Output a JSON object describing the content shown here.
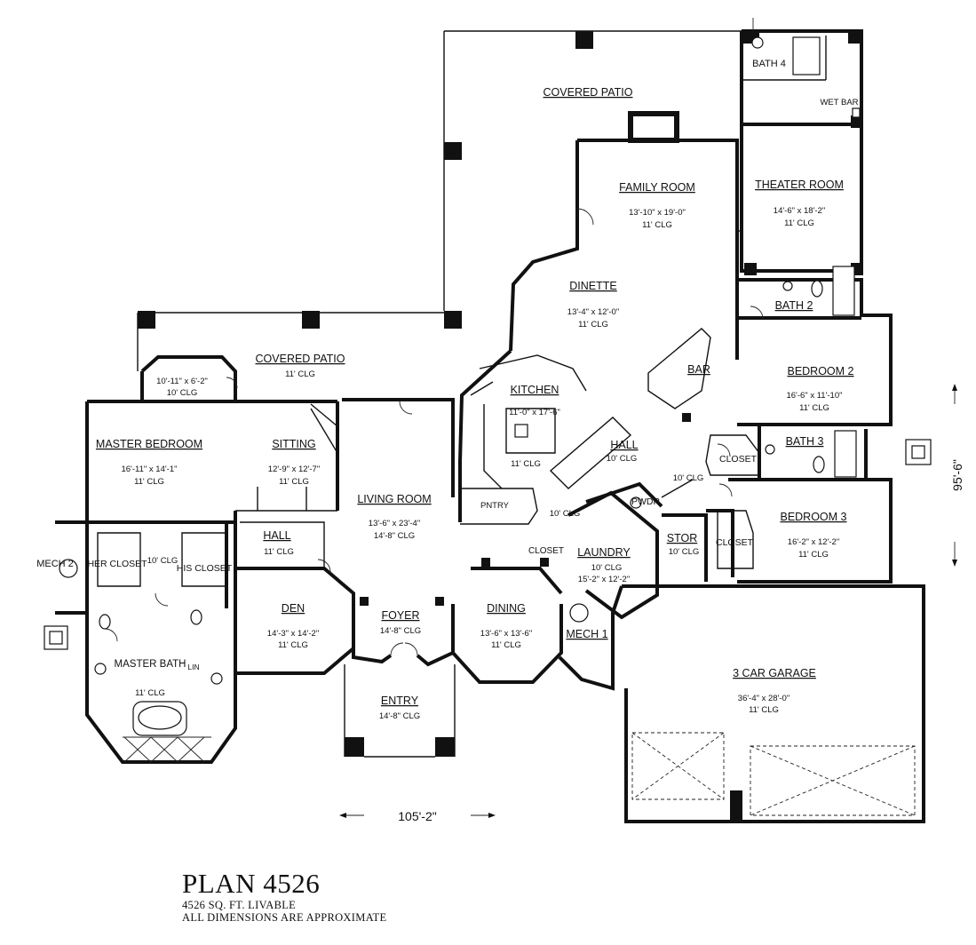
{
  "plan": {
    "title": "PLAN 4526",
    "subtitle": "4526 SQ. FT. LIVABLE",
    "note": "ALL DIMENSIONS ARE APPROXIMATE",
    "overall_width": "105'-2\"",
    "overall_depth": "95'-6\""
  },
  "rooms": {
    "covered_patio_rear": {
      "name": "COVERED PATIO"
    },
    "bath4": {
      "name": "BATH 4"
    },
    "wet_bar": {
      "name": "WET BAR"
    },
    "family_room": {
      "name": "FAMILY ROOM",
      "dims": "13'-10\" x 19'-0\"",
      "clg": "11' CLG"
    },
    "theater_room": {
      "name": "THEATER ROOM",
      "dims": "14'-6\" x 18'-2\"",
      "clg": "11' CLG"
    },
    "dinette": {
      "name": "DINETTE",
      "dims": "13'-4\" x 12'-0\"",
      "clg": "11' CLG"
    },
    "bath2": {
      "name": "BATH 2"
    },
    "covered_patio_side": {
      "name": "COVERED PATIO",
      "clg": "11' CLG"
    },
    "bar": {
      "name": "BAR"
    },
    "kitchen": {
      "name": "KITCHEN",
      "dims": "11'-0\" x 17'-6\"",
      "clg": "11' CLG"
    },
    "bedroom2": {
      "name": "BEDROOM 2",
      "dims": "16'-6\" x 11'-10\"",
      "clg": "11' CLG"
    },
    "bay_nook": {
      "dims": "10'-11\" x 6'-2\"",
      "clg": "10' CLG"
    },
    "master_bedroom": {
      "name": "MASTER BEDROOM",
      "dims": "16'-11\" x 14'-1\"",
      "clg": "11' CLG"
    },
    "sitting": {
      "name": "SITTING",
      "dims": "12'-9\" x 12'-7\"",
      "clg": "11' CLG"
    },
    "hall_upper": {
      "name": "HALL",
      "clg": "10' CLG"
    },
    "bath3": {
      "name": "BATH 3"
    },
    "closet_b2": {
      "name": "CLOSET"
    },
    "hall_clg": {
      "clg": "10' CLG"
    },
    "living_room": {
      "name": "LIVING ROOM",
      "dims": "13'-6\" x 23'-4\"",
      "clg": "14'-8\" CLG"
    },
    "pantry": {
      "name": "PNTRY"
    },
    "pwdr": {
      "name": "PWDR"
    },
    "gallery_clg": {
      "clg": "10' CLG"
    },
    "bedroom3": {
      "name": "BEDROOM 3",
      "dims": "16'-2\" x 12'-2\"",
      "clg": "11' CLG"
    },
    "mech2": {
      "name": "MECH 2"
    },
    "her_closet": {
      "name": "HER CLOSET"
    },
    "his_closet": {
      "name": "HIS CLOSET"
    },
    "closet_clg": {
      "clg": "10' CLG"
    },
    "hall_lower": {
      "name": "HALL",
      "clg": "11' CLG"
    },
    "closet_small": {
      "name": "CLOSET"
    },
    "laundry": {
      "name": "LAUNDRY",
      "clg": "10' CLG",
      "dims": "15'-2\" x 12'-2\""
    },
    "stor": {
      "name": "STOR",
      "clg": "10' CLG"
    },
    "closet_b3": {
      "name": "CLOSET"
    },
    "den": {
      "name": "DEN",
      "dims": "14'-3\" x 14'-2\"",
      "clg": "11' CLG"
    },
    "foyer": {
      "name": "FOYER",
      "clg": "14'-8\" CLG"
    },
    "dining": {
      "name": "DINING",
      "dims": "13'-6\" x 13'-6\"",
      "clg": "11' CLG"
    },
    "mech1": {
      "name": "MECH 1"
    },
    "garage": {
      "name": "3 CAR GARAGE",
      "dims": "36'-4\" x 28'-0\"",
      "clg": "11' CLG"
    },
    "master_bath": {
      "name": "MASTER BATH",
      "clg": "11' CLG"
    },
    "lin": {
      "name": "LIN"
    },
    "entry": {
      "name": "ENTRY",
      "clg": "14'-8\" CLG"
    }
  }
}
